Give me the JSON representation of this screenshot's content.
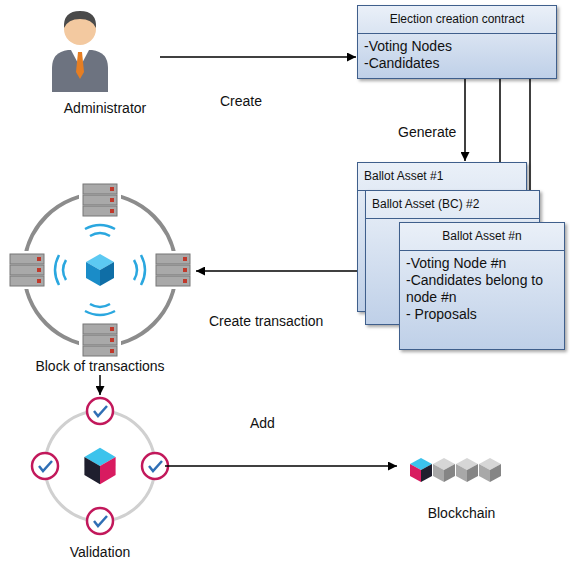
{
  "diagram": {
    "nodes": [
      {
        "text": [
          "Administrator"
        ]
      },
      {
        "text": [
          "Election creation contract",
          "-Voting Nodes",
          "-Candidates"
        ]
      },
      {
        "text": [
          "Ballot Asset #1"
        ]
      },
      {
        "text": [
          "Ballot Asset (BC) #2"
        ]
      },
      {
        "text": [
          "Ballot Asset #n",
          "-Voting Node #n",
          "-Candidates belong to node #n",
          "- Proposals"
        ]
      },
      {
        "text": [
          "Block of transactions"
        ]
      },
      {
        "text": [
          "Validation"
        ]
      },
      {
        "text": [
          "Blockchain"
        ]
      }
    ],
    "edges": [
      {
        "from": 0,
        "to": 1,
        "arrow": "to",
        "label": "Create"
      },
      {
        "from": 1,
        "to": 2,
        "arrow": "to"
      },
      {
        "from": 1,
        "to": 3,
        "arrow": "to"
      },
      {
        "from": 1,
        "to": 4,
        "arrow": "to",
        "label": "Generate"
      },
      {
        "from": 4,
        "to": 5,
        "arrow": "to",
        "label": "Create transaction"
      },
      {
        "from": 5,
        "to": 6,
        "arrow": "to"
      },
      {
        "from": 6,
        "to": 7,
        "arrow": "to",
        "label": "Add"
      }
    ]
  }
}
